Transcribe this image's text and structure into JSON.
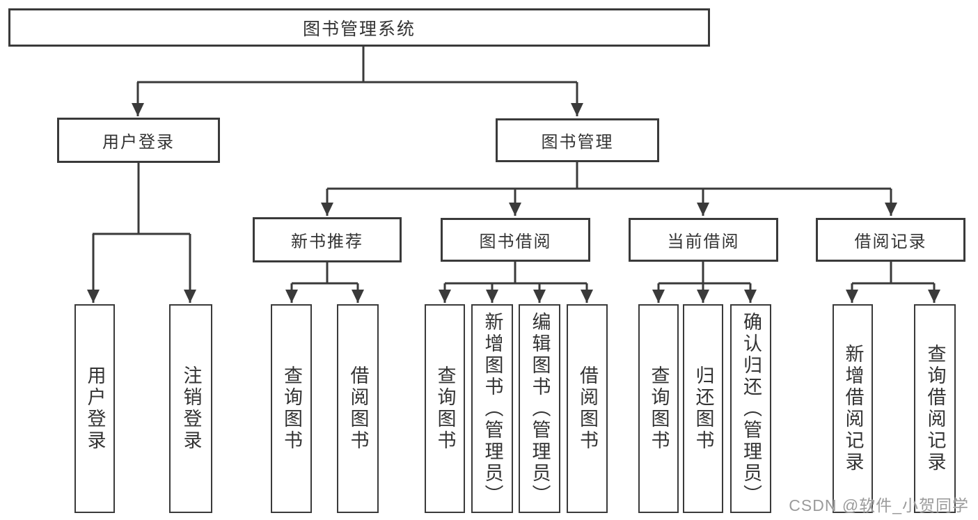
{
  "diagram": {
    "root": {
      "label": "图书管理系统"
    },
    "level2": [
      {
        "label": "用户登录"
      },
      {
        "label": "图书管理"
      }
    ],
    "level3": [
      {
        "label": "新书推荐"
      },
      {
        "label": "图书借阅"
      },
      {
        "label": "当前借阅"
      },
      {
        "label": "借阅记录"
      }
    ],
    "leaves": {
      "user_login": [
        {
          "label": "用户登录"
        },
        {
          "label": "注销登录"
        }
      ],
      "new_book_recommendation": [
        {
          "label": "查询图书"
        },
        {
          "label": "借阅图书"
        }
      ],
      "book_borrowing": [
        {
          "label": "查询图书"
        },
        {
          "label": "新增图书（管理员）"
        },
        {
          "label": "编辑图书（管理员）"
        },
        {
          "label": "借阅图书"
        }
      ],
      "current_borrowing": [
        {
          "label": "查询图书"
        },
        {
          "label": "归还图书"
        },
        {
          "label": "确认归还（管理员）"
        }
      ],
      "borrowing_records": [
        {
          "label": "新增借阅记录"
        },
        {
          "label": "查询借阅记录"
        }
      ]
    },
    "colors": {
      "line": "#3a3a3a",
      "text": "#333333",
      "background": "#ffffff",
      "watermark": "#9b9b9b"
    }
  },
  "watermark": {
    "text": "CSDN @软件_小贺同学"
  }
}
